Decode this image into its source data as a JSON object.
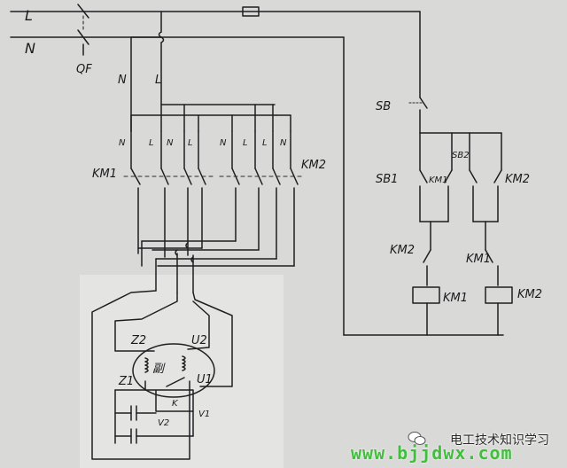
{
  "labels": {
    "l_main": "L",
    "n_main": "N",
    "breaker": "QF",
    "n_branch": "N",
    "l_branch": "L",
    "switch_labels": [
      "N",
      "L",
      "N",
      "L",
      "N",
      "L",
      "L",
      "N"
    ],
    "km1_left": "KM1",
    "km2_left": "KM2",
    "sb_stop": "SB",
    "sb1": "SB1",
    "sb2": "SB2",
    "km1_aux": "KM1",
    "km2_aux": "KM2",
    "km2_interlock": "KM2",
    "km1_interlock": "KM1",
    "coil_km1": "KM1",
    "coil_km2": "KM2",
    "z2": "Z2",
    "u2": "U2",
    "z1": "Z1",
    "u1": "U1",
    "fu": "副",
    "k": "K",
    "v2": "V2",
    "v1": "V1"
  },
  "watermark": {
    "channel": "电工技术知识学习",
    "site": "www.bjjdwx.com"
  },
  "colors": {
    "paper": "#d9d9d7",
    "ink": "#1f1f22",
    "site_green": "#3fbf3a"
  }
}
